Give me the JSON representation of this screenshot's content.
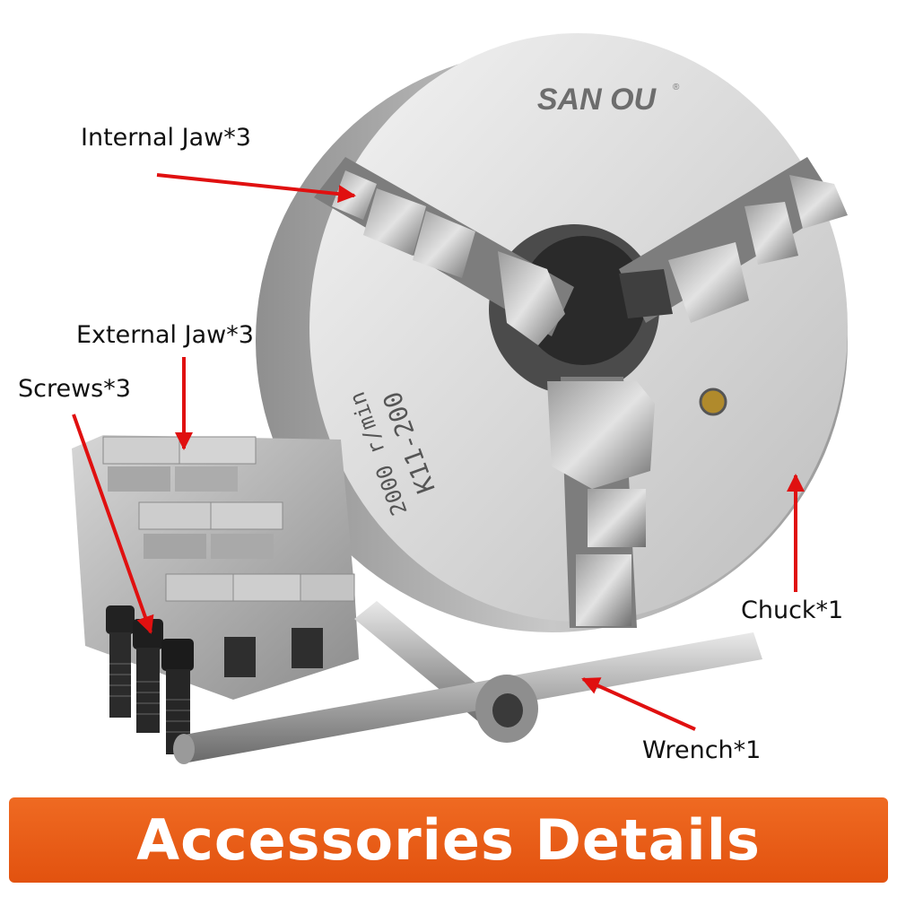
{
  "labels": {
    "internal_jaw": "Internal Jaw*3",
    "external_jaw": "External Jaw*3",
    "screws": "Screws*3",
    "chuck": "Chuck*1",
    "wrench": "Wrench*1"
  },
  "chuck": {
    "brand": "SAN OU",
    "registered_mark": "®",
    "model": "K11-200",
    "speed": "2000 r/min"
  },
  "banner": {
    "title": "Accessories Details"
  },
  "colors": {
    "banner": "#e85a17",
    "arrow": "#e01010",
    "label_text": "#111111"
  }
}
